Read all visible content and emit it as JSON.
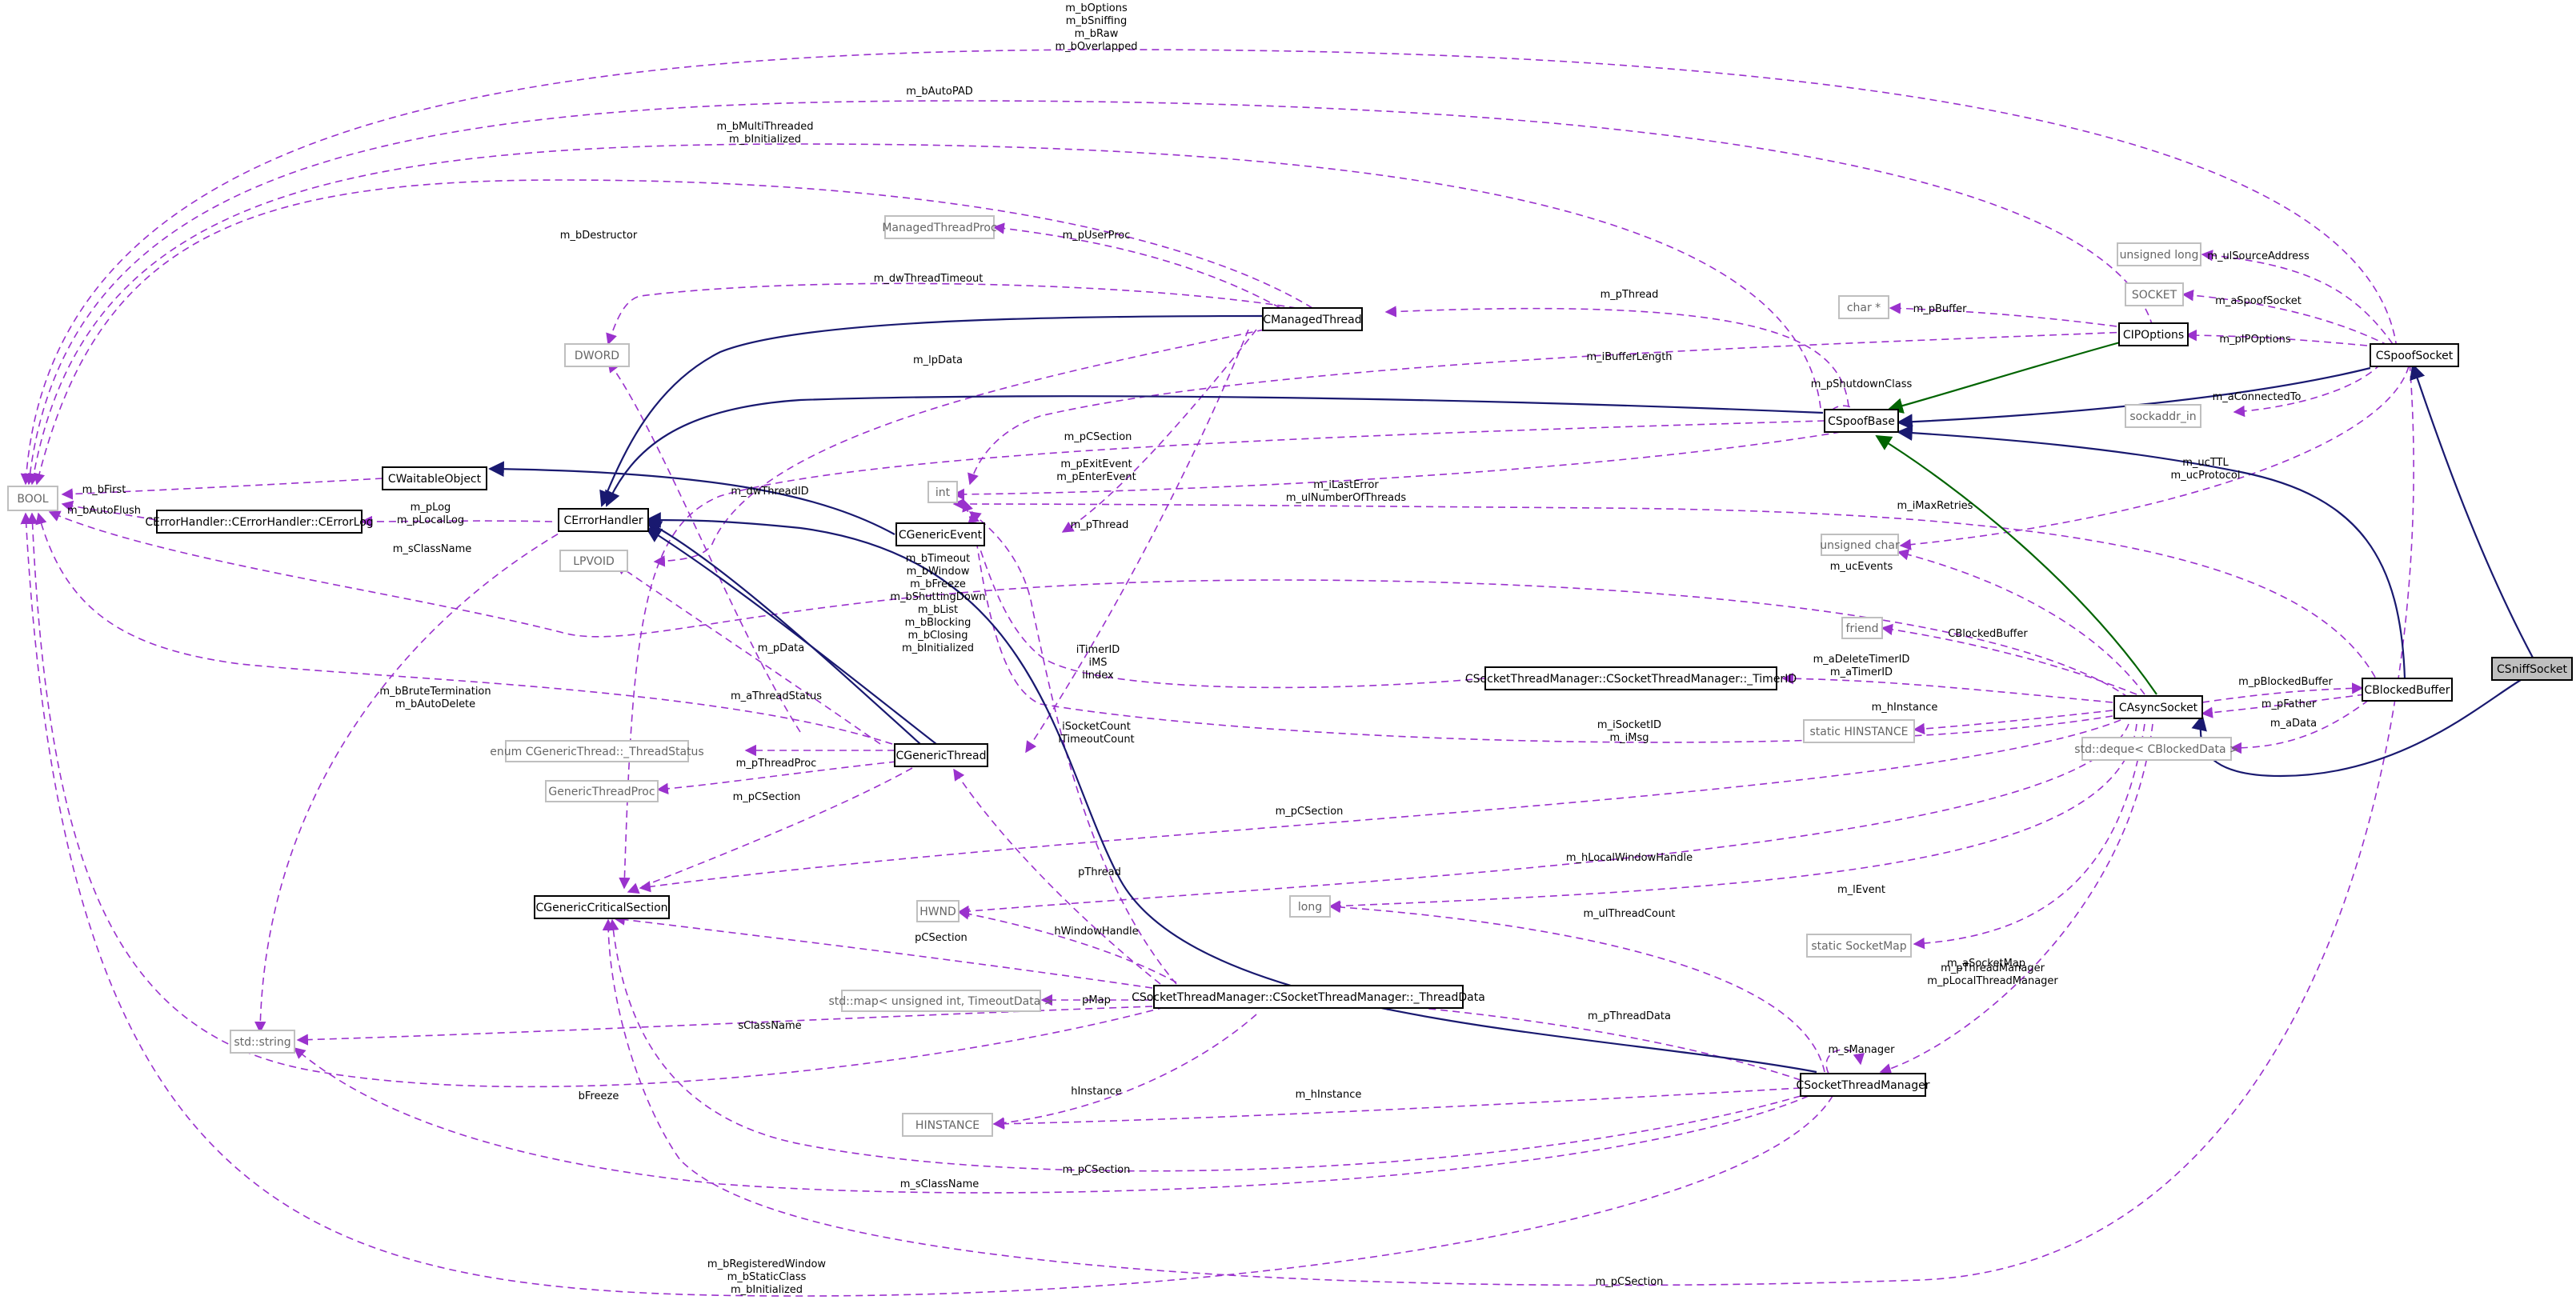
{
  "nodes": {
    "BOOL": "BOOL",
    "CErrorHandlerLog": "CErrorHandler::CErrorHandler::CErrorLog",
    "CWaitableObject": "CWaitableObject",
    "CErrorHandler": "CErrorHandler",
    "LPVOID": "LPVOID",
    "DWORD": "DWORD",
    "ManagedThreadProc": "ManagedThreadProc",
    "CManagedThread": "CManagedThread",
    "int": "int",
    "CGenericEvent": "CGenericEvent",
    "ThreadStatus": "enum CGenericThread::_ThreadStatus",
    "GenericThreadProc": "GenericThreadProc",
    "CGenericThread": "CGenericThread",
    "CGenericCriticalSection": "CGenericCriticalSection",
    "HWND": "HWND",
    "stdstring": "std::string",
    "stdmap": "std::map< unsigned int, TimeoutData >",
    "HINSTANCE": "HINSTANCE",
    "ThreadData": "CSocketThreadManager::CSocketThreadManager::_ThreadData",
    "long": "long",
    "CSocketThreadManager": "CSocketThreadManager",
    "TimerID": "CSocketThreadManager::CSocketThreadManager::_TimerID",
    "staticHINSTANCE": "static HINSTANCE",
    "staticSocketMap": "static SocketMap",
    "friend": "friend",
    "unsignedchar": "unsigned char",
    "CSpoofBase": "CSpoofBase",
    "charptr": "char *",
    "unsignedlong": "unsigned long",
    "SOCKET": "SOCKET",
    "CIPOptions": "CIPOptions",
    "sockaddrin": "sockaddr_in",
    "CSpoofSocket": "CSpoofSocket",
    "CAsyncSocket": "CAsyncSocket",
    "CBlockedBuffer": "CBlockedBuffer",
    "stddeque": "std::deque< CBlockedData >",
    "CSniffSocket": "CSniffSocket"
  },
  "labels": {
    "bOptions": [
      "m_bOptions",
      "m_bSniffing",
      "m_bRaw",
      "m_bOverlapped"
    ],
    "bAutoPAD": [
      "m_bAutoPAD"
    ],
    "bMultiThreaded": [
      "m_bMultiThreaded",
      "m_bInitialized"
    ],
    "bDestructor": [
      "m_bDestructor"
    ],
    "pUserProc": [
      "m_pUserProc"
    ],
    "dwThreadTimeout": [
      "m_dwThreadTimeout"
    ],
    "pThreadTop": [
      "m_pThread"
    ],
    "lpData": [
      "m_lpData"
    ],
    "iBufferLength": [
      "m_iBufferLength"
    ],
    "pShutdownClass": [
      "m_pShutdownClass"
    ],
    "pCSectionTop": [
      "m_pCSection"
    ],
    "bFirst": [
      "m_bFirst"
    ],
    "bAutoFlush": [
      "m_bAutoFlush"
    ],
    "pLog": [
      "m_pLog",
      "m_pLocalLog"
    ],
    "dwThreadID": [
      "m_dwThreadID"
    ],
    "pExitEvent": [
      "m_pExitEvent",
      "m_pEnterEvent"
    ],
    "iLastError": [
      "m_iLastError",
      "m_ulNumberOfThreads"
    ],
    "iMaxRetries": [
      "m_iMaxRetries"
    ],
    "pThreadMid": [
      "m_pThread"
    ],
    "sClassName": [
      "m_sClassName"
    ],
    "bTimeout": [
      "m_bTimeout",
      "m_bWindow",
      "m_bFreeze",
      "m_bShuttingDown",
      "m_bList",
      "m_bBlocking",
      "m_bClosing",
      "m_bInitialized"
    ],
    "pData": [
      "m_pData"
    ],
    "timerIndex": [
      "iTimerID",
      "iMS",
      "iIndex"
    ],
    "bBruteTermination": [
      "m_bBruteTermination",
      "m_bAutoDelete"
    ],
    "aThreadStatus": [
      "m_aThreadStatus"
    ],
    "pThreadProc": [
      "m_pThreadProc"
    ],
    "pCSectionThread": [
      "m_pCSection"
    ],
    "iSocketCount": [
      "iSocketCount",
      "iTimeoutCount"
    ],
    "pThreadMgr": [
      "pThread"
    ],
    "hWindowHandle": [
      "hWindowHandle"
    ],
    "pCSectionData": [
      "pCSection"
    ],
    "pMap": [
      "pMap"
    ],
    "sClassNameData": [
      "sClassName"
    ],
    "hInstanceData": [
      "hInstance"
    ],
    "pCSectionMgr": [
      "m_pCSection"
    ],
    "sClassNameMgr": [
      "m_sClassName"
    ],
    "bFreeze": [
      "bFreeze"
    ],
    "bRegisteredWindow": [
      "m_bRegisteredWindow",
      "m_bStaticClass",
      "m_bInitialized"
    ],
    "pCSectionBottom": [
      "m_pCSection"
    ],
    "ulSourceAddress": [
      "m_ulSourceAddress"
    ],
    "pBuffer": [
      "m_pBuffer"
    ],
    "aSpoofSocket": [
      "m_aSpoofSocket"
    ],
    "pIPOptions": [
      "m_pIPOptions"
    ],
    "aConnectedTo": [
      "m_aConnectedTo"
    ],
    "ucTTL": [
      "m_ucTTL",
      "m_ucProtocol"
    ],
    "ucEvents": [
      "m_ucEvents"
    ],
    "CBlockedBufferLbl": [
      "CBlockedBuffer"
    ],
    "aDeleteTimerID": [
      "m_aDeleteTimerID",
      "m_aTimerID"
    ],
    "hInstanceAsync": [
      "m_hInstance"
    ],
    "iSocketID": [
      "m_iSocketID",
      "m_iMsg"
    ],
    "pCSectionAsync": [
      "m_pCSection"
    ],
    "hLocalWindowHandle": [
      "m_hLocalWindowHandle"
    ],
    "lEvent": [
      "m_lEvent"
    ],
    "aSocketMap": [
      "m_aSocketMap"
    ],
    "pThreadManager": [
      "m_pThreadManager",
      "m_pLocalThreadManager"
    ],
    "ulThreadCount": [
      "m_ulThreadCount"
    ],
    "pThreadData": [
      "m_pThreadData"
    ],
    "hInstanceMgr": [
      "m_hInstance"
    ],
    "sManager": [
      "m_sManager"
    ],
    "pBlockedBuffer": [
      "m_pBlockedBuffer"
    ],
    "pFather": [
      "m_pFather"
    ],
    "aData": [
      "m_aData"
    ]
  },
  "colors": {
    "usage_edge": "#9a32cd",
    "inheritance_edge": "#191970",
    "public_inheritance_edge": "#006400",
    "focus_node_fill": "#bfbfbf",
    "external_type_border": "#bfbfbf"
  }
}
